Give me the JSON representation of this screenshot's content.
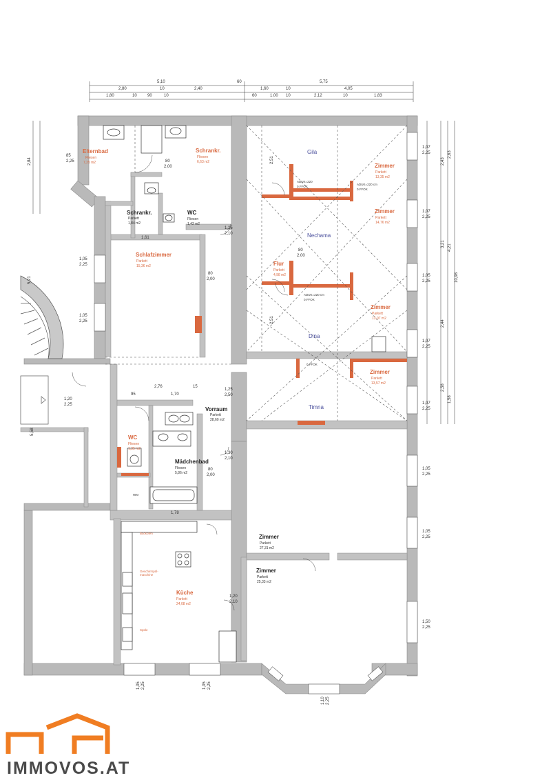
{
  "brand": {
    "logo_text": "IMMOVOS.AT",
    "accent": "#f07d22",
    "text_color": "#4a4a4a"
  },
  "rooms": {
    "elternbad": {
      "name": "Elternbad",
      "floor": "Fliesen",
      "area": "7,25 m2"
    },
    "schrankr_top": {
      "name": "Schrankr.",
      "floor": "Fliesen",
      "area": "6,63 m2"
    },
    "schrankr_small": {
      "name": "Schrankr.",
      "floor": "Parkett",
      "area": "1,84 m2"
    },
    "wc_top": {
      "name": "WC",
      "floor": "Fliesen",
      "area": "1,42 m2"
    },
    "schlafzimmer": {
      "name": "Schlafzimmer",
      "floor": "Parkett",
      "area": "15,36 m2"
    },
    "gila": {
      "name": "Gila"
    },
    "zimmer1": {
      "name": "Zimmer",
      "floor": "Parkett",
      "area": "13,35 m2"
    },
    "zimmer2": {
      "name": "Zimmer",
      "floor": "Parkett",
      "area": "14,76 m2"
    },
    "nechama": {
      "name": "Nechama"
    },
    "flur": {
      "name": "Flur",
      "floor": "Parkett",
      "area": "4,98 m2"
    },
    "zimmer3": {
      "name": "Zimmer",
      "floor": "Parkett",
      "area": "13,07 m2"
    },
    "dina": {
      "name": "Dina"
    },
    "zimmer4": {
      "name": "Zimmer",
      "floor": "Parkett",
      "area": "13,57 m2"
    },
    "timna": {
      "name": "Timna"
    },
    "vorraum": {
      "name": "Vorraum",
      "floor": "Parkett",
      "area": "28,60 m2"
    },
    "wc_bottom": {
      "name": "WC",
      "floor": "Fliesen",
      "area": "1,35 m2"
    },
    "maedchenbad": {
      "name": "Mädchenbad",
      "floor": "Fliesen",
      "area": "5,86 m2"
    },
    "kueche": {
      "name": "Küche",
      "floor": "Parkett",
      "area": "24,08 m2"
    },
    "zimmer_big1": {
      "name": "Zimmer",
      "floor": "Parkett",
      "area": "27,31 m2"
    },
    "zimmer_big2": {
      "name": "Zimmer",
      "floor": "Parkett",
      "area": "25,33 m2"
    }
  },
  "notes": {
    "aduk1": "ADUK=220 cm",
    "ffok1": "0.FFOK",
    "aduk2": "ADUK=220",
    "ffok2": "0.FFOK",
    "aduk3": "ADUK=220 cm",
    "ffok3": "0.FFOK",
    "ffok4": "0.FFOK",
    "geschirr": "Geschirrspül-maschine",
    "spuele": "Spüle",
    "backofen": "Backofen",
    "wm": "WM"
  },
  "dims_top": {
    "row1": [
      "5,10",
      "60",
      "5,75"
    ],
    "row2": [
      "2,80",
      "10",
      "2,40",
      "1,60",
      "10",
      "4,05"
    ],
    "row3": [
      "1,80",
      "10",
      "90",
      "10",
      "60",
      "1,00",
      "10",
      "2,12",
      "10",
      "1,83"
    ]
  },
  "dims_right": {
    "windows": [
      "1,07",
      "2,25",
      "1,07",
      "2,25",
      "1,05",
      "2,25",
      "1,07",
      "2,25",
      "1,07",
      "2,25",
      "1,05",
      "2,25",
      "1,05",
      "2,25",
      "1,50",
      "2,25"
    ],
    "chain1": [
      "2,63",
      "2,43",
      "3,21",
      "4,21",
      "2,44",
      "10,98",
      "2,58",
      "1,58"
    ]
  },
  "dims_misc": {
    "door_80_200": [
      "80",
      "2,00"
    ],
    "d_120_210": [
      "1,20",
      "2,10"
    ],
    "d_125_210": [
      "1,25",
      "2,10"
    ],
    "d_130_210": [
      "1,30",
      "2,10"
    ],
    "d_125_250": [
      "1,25",
      "2,50"
    ],
    "d_161": "1,61",
    "d_276": "2,76",
    "d_170": "1,70",
    "d_95": "95",
    "d_15": "15",
    "d_105_225": [
      "1,05",
      "2,25"
    ],
    "d_110_225": [
      "1,10",
      "2,25"
    ],
    "d_120_225": [
      "1,20",
      "2,25"
    ],
    "d_85_225": [
      "85",
      "2,25"
    ],
    "d_251": "2,51",
    "d_521": "5,21",
    "d_284": "2,84",
    "d_558": "5,58",
    "d_178": "1,78"
  }
}
